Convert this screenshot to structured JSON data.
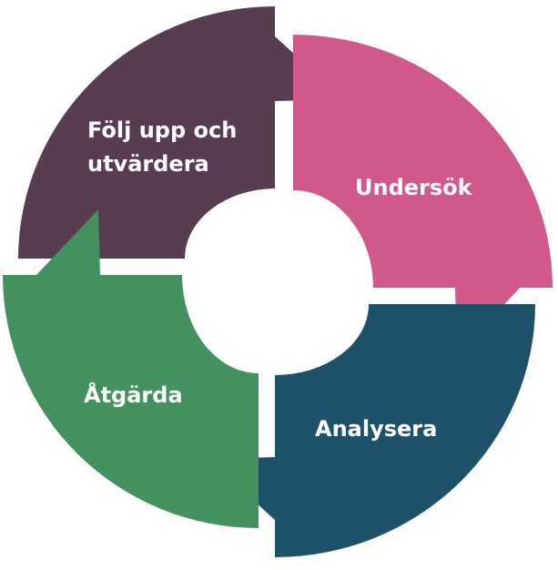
{
  "title": "Cycle diagram",
  "steps": [
    {
      "label_lines": [
        "Följ upp och",
        "utvärdera"
      ],
      "color": "#583d52"
    },
    {
      "label_lines": [
        "Undersök"
      ],
      "color": "#d0588a"
    },
    {
      "label_lines": [
        "Analysera"
      ],
      "color": "#1e526b"
    },
    {
      "label_lines": [
        "Åtgärda"
      ],
      "color": "#43915f"
    }
  ]
}
